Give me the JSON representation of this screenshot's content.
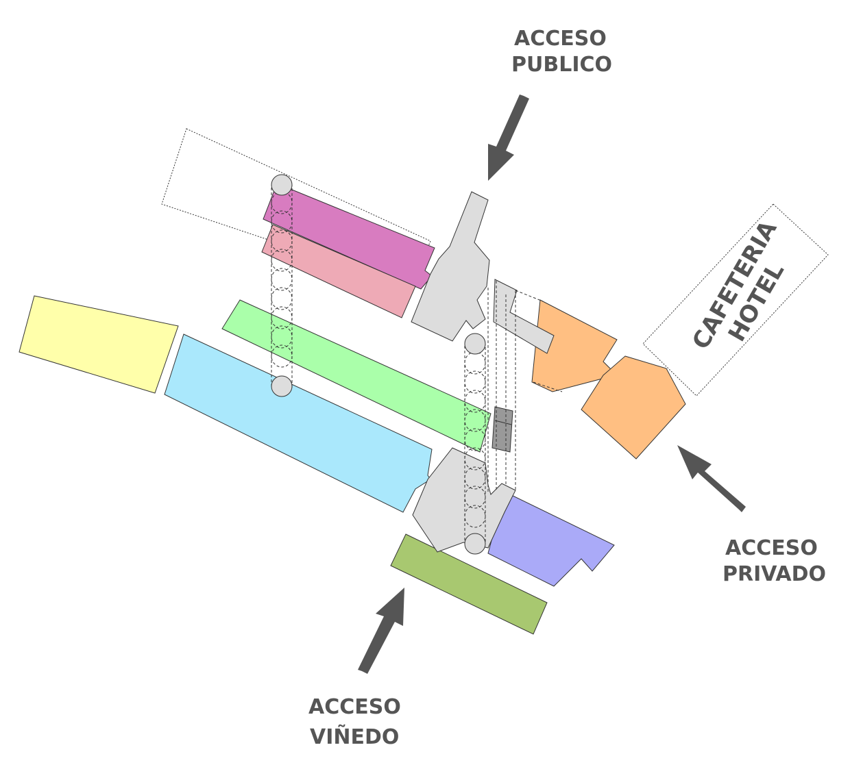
{
  "labels": {
    "acceso_publico": [
      "ACCESO",
      "PUBLICO"
    ],
    "acceso_privado": [
      "ACCESO",
      "PRIVADO"
    ],
    "acceso_vinedo": [
      "ACCESO",
      "VIÑEDO"
    ],
    "cafeteria_hotel": [
      "CAFETERIA",
      "HOTEL"
    ]
  },
  "colors": {
    "magenta": "#d87cc0",
    "pink": "#eeaab6",
    "green": "#aaffaa",
    "yellow": "#ffffaa",
    "light_blue": "#aae8fc",
    "gray": "#dddddd",
    "orange": "#ffbf82",
    "lavender": "#aaaaf8",
    "olive": "#a8c870",
    "arrow": "#555555"
  }
}
